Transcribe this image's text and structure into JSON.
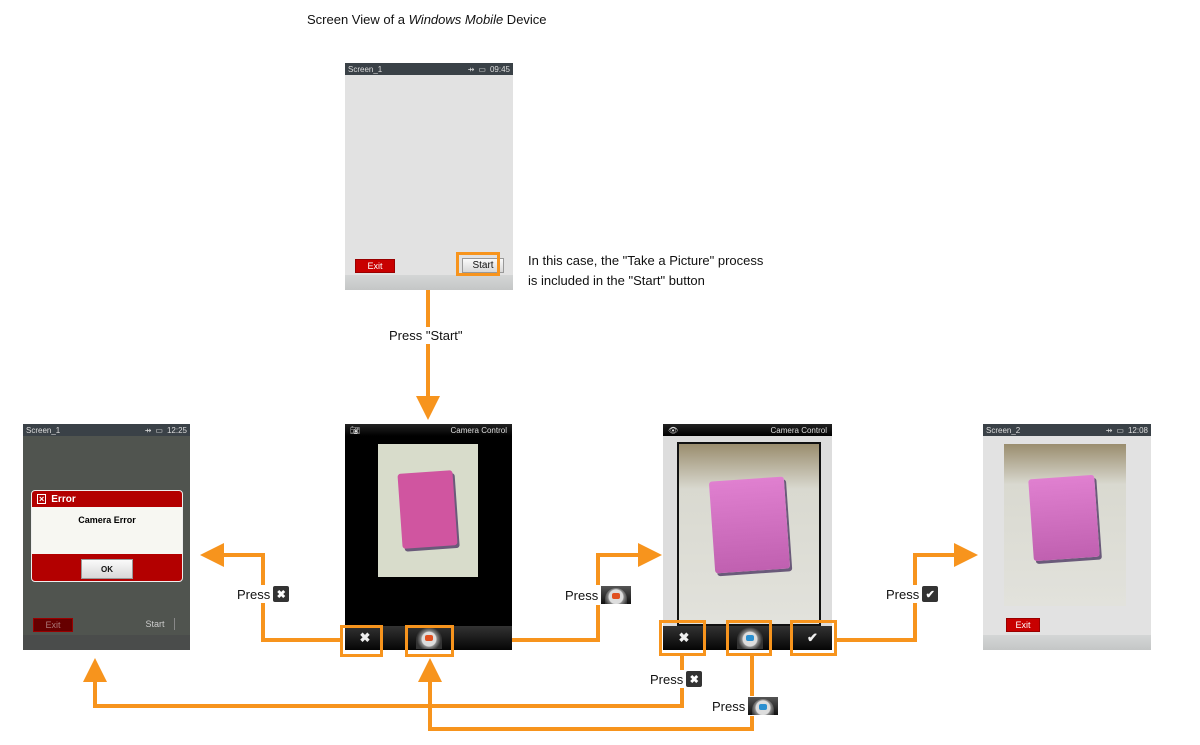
{
  "title": {
    "prefix": "Screen View of a ",
    "italic": "Windows Mobile",
    "suffix": " Device"
  },
  "note": {
    "line1": "In this case, the \"Take a Picture\" process",
    "line2": "is included in the \"Start\" button"
  },
  "labels": {
    "press_start": "Press \"Start\"",
    "press": "Press"
  },
  "icons": {
    "cancel": "✖",
    "check": "✔"
  },
  "colors": {
    "arrow": "#f7941d",
    "exit": "#c80000",
    "error": "#b30000"
  },
  "screen_start": {
    "title": "Screen_1",
    "time": "09:45",
    "exit": "Exit",
    "start": "Start"
  },
  "screen_error": {
    "title": "Screen_1",
    "time": "12:25",
    "dialog_title": "Error",
    "message": "Camera Error",
    "ok": "OK",
    "exit": "Exit",
    "start": "Start"
  },
  "screen_camera": {
    "header": "Camera Control"
  },
  "screen_review": {
    "header": "Camera Control"
  },
  "screen_result": {
    "title": "Screen_2",
    "time": "12:08",
    "exit": "Exit"
  }
}
